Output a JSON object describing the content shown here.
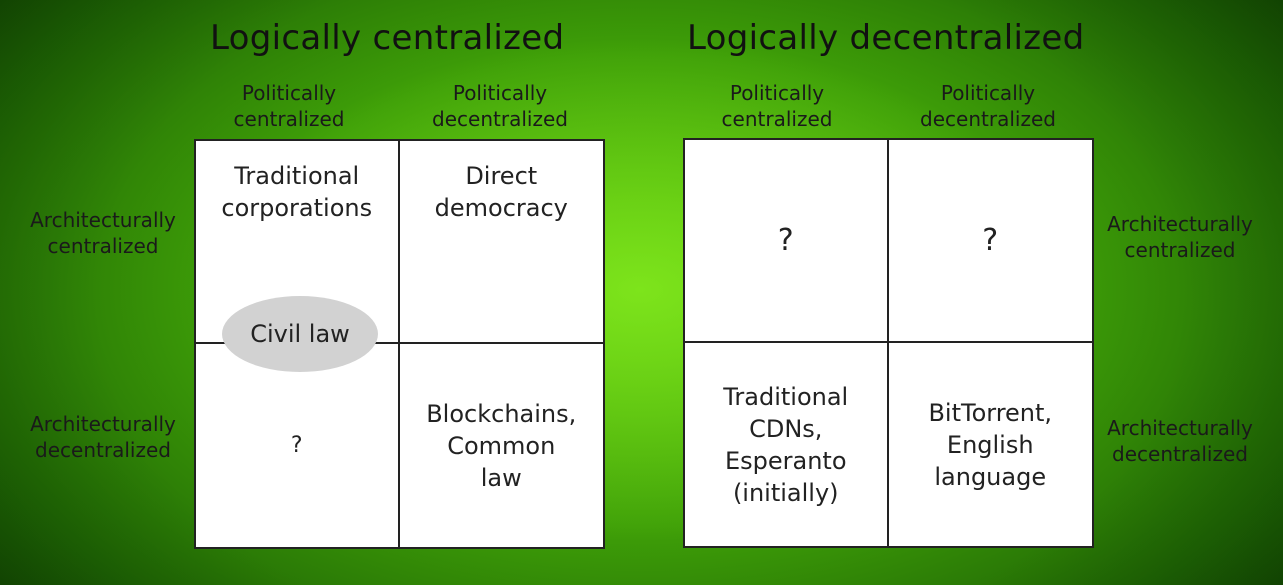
{
  "panels": [
    {
      "title": "Logically centralized",
      "col_headers": [
        "Politically\ncentralized",
        "Politically\ndecentralized"
      ],
      "row_headers": [
        "Architecturally\ncentralized",
        "Architecturally\ndecentralized"
      ],
      "cells": [
        "Traditional\ncorporations",
        "Direct\ndemocracy",
        "?",
        "Blockchains,\nCommon\nlaw"
      ],
      "bubble": "Civil law"
    },
    {
      "title": "Logically decentralized",
      "col_headers": [
        "Politically\ncentralized",
        "Politically\ndecentralized"
      ],
      "row_headers": [
        "Architecturally\ncentralized",
        "Architecturally\ndecentralized"
      ],
      "cells": [
        "?",
        "?",
        "Traditional\nCDNs,\nEsperanto\n(initially)",
        "BitTorrent,\nEnglish\nlanguage"
      ]
    }
  ]
}
